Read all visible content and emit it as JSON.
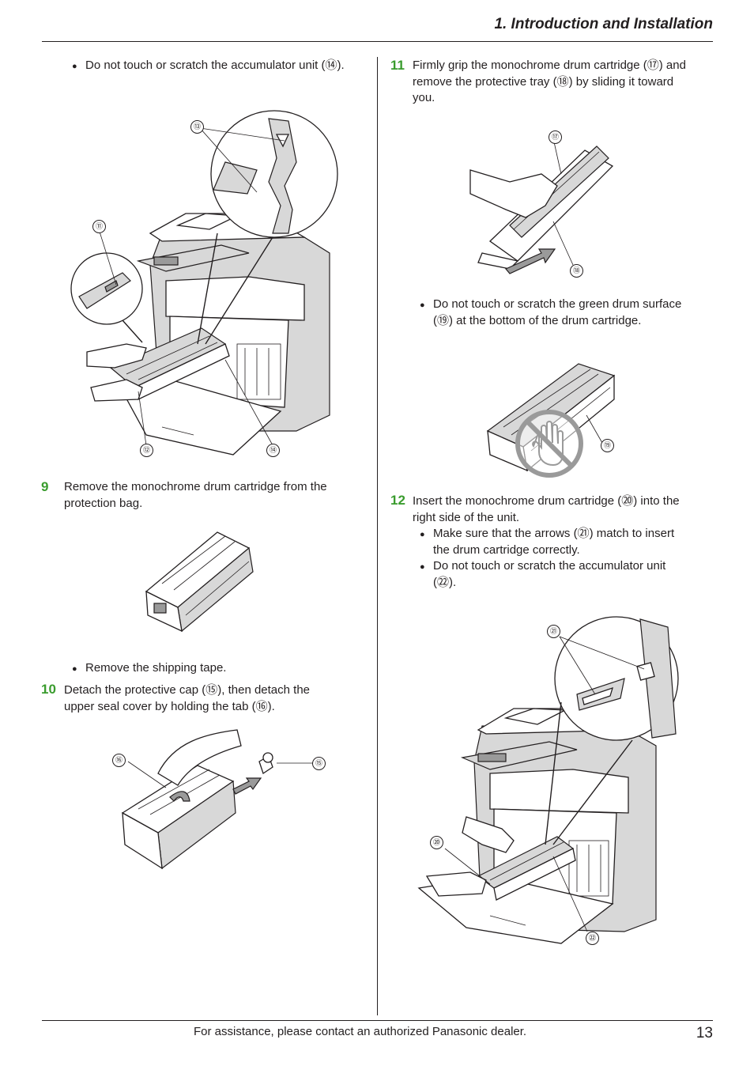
{
  "header": {
    "title": "1. Introduction and Installation"
  },
  "left_column": {
    "intro_bullet": "Do not touch or scratch the accumulator unit (⑭).",
    "figure1_callouts": [
      "⑬",
      "⑪",
      "⑫",
      "⑭"
    ],
    "step9": {
      "number": "9",
      "text_line1": "Remove the monochrome drum cartridge from the",
      "text_line2": "protection bag."
    },
    "step9_bullet": "Remove the shipping tape.",
    "step10": {
      "number": "10",
      "text_line1": "Detach the protective cap (⑮), then detach the",
      "text_line2": "upper seal cover by holding the tab (⑯)."
    },
    "figure3_callouts": [
      "⑯",
      "⑮"
    ]
  },
  "right_column": {
    "step11": {
      "number": "11",
      "text_line1": "Firmly grip the monochrome drum cartridge (⑰) and",
      "text_line2": "remove the protective tray (⑱) by sliding it toward",
      "text_line3": "you."
    },
    "figure4_callouts": [
      "⑰",
      "⑱"
    ],
    "step11_bullet_line1": "Do not touch or scratch the green drum surface",
    "step11_bullet_line2": "(⑲) at the bottom of the drum cartridge.",
    "figure5_callouts": [
      "⑲"
    ],
    "step12": {
      "number": "12",
      "text_line1": "Insert the monochrome drum cartridge (⑳) into the",
      "text_line2": "right side of the unit."
    },
    "step12_bullet1_line1": "Make sure that the arrows (㉑) match to insert",
    "step12_bullet1_line2": "the drum cartridge correctly.",
    "step12_bullet2_line1": "Do not touch or scratch the accumulator unit",
    "step12_bullet2_line2": "(㉒).",
    "figure6_callouts": [
      "㉑",
      "⑳",
      "㉒"
    ]
  },
  "footer": {
    "text": "For assistance, please contact an authorized Panasonic dealer.",
    "page_number": "13"
  },
  "icons": {
    "bullet": "●",
    "no_touch": "no-touch-hand-icon",
    "arrow": "arrow-icon"
  }
}
